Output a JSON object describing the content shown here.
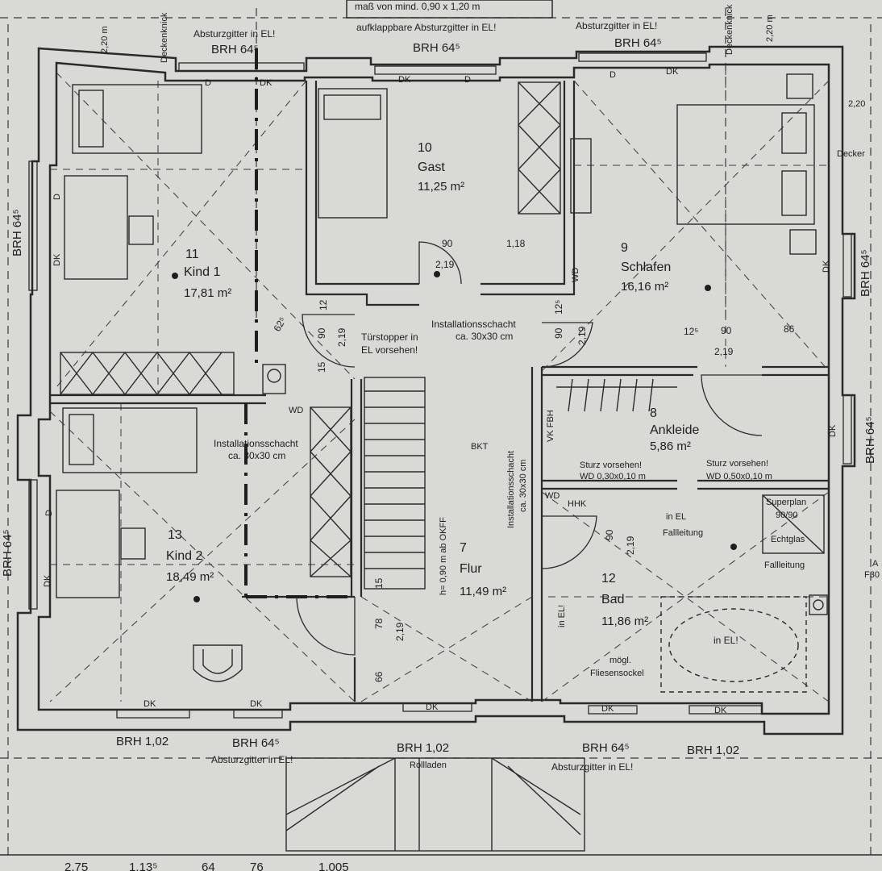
{
  "colors": {
    "paper": "#d9d9d6",
    "ink": "#1e1e1e",
    "wall": "#2a2a2a",
    "dash": "#3a3a3a"
  },
  "header": {
    "top_box": "maß von mind. 0,90 x 1,20 m",
    "deckenknick": "Deckenknick",
    "height_220": "2,20 m",
    "right_220": "2,20",
    "right_decker": "Decker",
    "left_edge": "BRH 64⁵"
  },
  "rooms": {
    "gast": {
      "num": "10",
      "name": "Gast",
      "area": "11,25 m²"
    },
    "kind1": {
      "num": "11",
      "name": "Kind 1",
      "area": "17,81 m²"
    },
    "schlafen": {
      "num": "9",
      "name": "Schlafen",
      "area": "16,16 m²"
    },
    "ankleide": {
      "num": "8",
      "name": "Ankleide",
      "area": "5,86 m²"
    },
    "kind2": {
      "num": "13",
      "name": "Kind 2",
      "area": "18,49 m²"
    },
    "flur": {
      "num": "7",
      "name": "Flur",
      "area": "11,49 m²"
    },
    "bad": {
      "num": "12",
      "name": "Bad",
      "area": "11,86 m²"
    }
  },
  "notes": {
    "absturz_left": "Absturzgitter in EL!",
    "absturz_mid": "aufklappbare Absturzgitter in EL!",
    "absturz_right": "Absturzgitter in EL!",
    "absturz_bottom_left": "Absturzgitter in EL!",
    "absturz_bottom_right": "Absturzgitter in EL!",
    "tuerstopper": "Türstopper in",
    "tuerstopper2": "EL vorsehen!",
    "install1": "Installationsschacht",
    "install1b": "ca. 30x30 cm",
    "install2": "Installationsschacht",
    "install2b": "ca. 30x30 cm",
    "install3": "Installationsschacht",
    "install3b": "ca. 30x30 cm",
    "sturz1": "Sturz vorsehen!",
    "sturz1b": "WD 0,30x0,10 m",
    "sturz2": "Sturz vorsehen!",
    "sturz2b": "WD 0,50x0,10 m",
    "superplan": "Superplan",
    "superplan2": "90/90",
    "echtglas": "Echtglas",
    "fallleitung1": "Fallleitung",
    "fallleitung2": "Fallleitung",
    "in_el1": "in EL",
    "in_el2": "in EL!",
    "in_el3": "in EL!",
    "moegl": "mögl.",
    "fliesensockel": "Fliesensockel",
    "bkt": "BKT",
    "okff": "h= 0,90 m ab OKFF",
    "rollladen": "Rollladen",
    "hhk": "HHK",
    "vkfbh": "VK FBH",
    "af30": "A",
    "af30b": "F30"
  },
  "brh": {
    "top_left": "BRH 64⁵",
    "top_mid": "BRH 64⁵",
    "top_right": "BRH 64⁵",
    "left_top": "BRH 64⁵",
    "left_bottom": "BRH 64⁵",
    "right_top": "BRH 64⁵",
    "right_bottom": "BRH 64⁵",
    "bottom_1": "BRH 1,02",
    "bottom_2": "BRH 64⁵",
    "bottom_3": "BRH 1,02",
    "bottom_4": "BRH 64⁵",
    "bottom_5": "BRH 1,02"
  },
  "dims": {
    "d90a": "90",
    "d219a": "2,19",
    "d118": "1,18",
    "d625": "62⁵",
    "d12": "12",
    "d90b": "90",
    "d219b": "2,19",
    "d15": "15",
    "d125a": "12⁵",
    "d90c": "90",
    "d219c": "2,19",
    "d125b": "12⁵",
    "d90d": "90",
    "d219d": "2,19",
    "d86": "86",
    "d90e": "90",
    "d219e": "2,19",
    "d15b": "15",
    "d78": "78",
    "d219f": "2,19",
    "d66": "66",
    "b1": "1.13⁵",
    "b2": "64",
    "b3": "76",
    "b4": "1,005",
    "b5": "2,75"
  },
  "marks": {
    "d": "D",
    "dk": "DK",
    "wd": "WD"
  }
}
